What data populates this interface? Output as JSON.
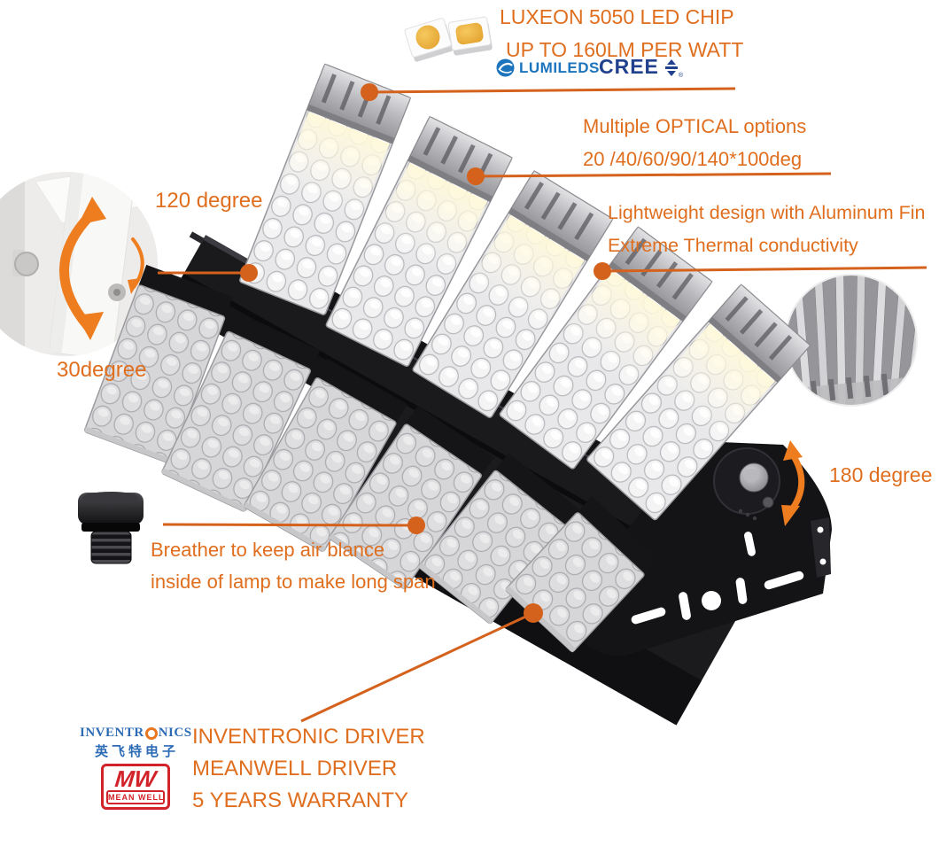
{
  "colors": {
    "accent_text": "#DF6E1E",
    "callout_line": "#D4621C",
    "arrow_orange": "#EE7D1F",
    "lumileds_blue": "#1C75BC",
    "cree_blue": "#21418F",
    "inventronics_blue": "#2D6CB5",
    "inventronics_orange": "#E87722",
    "meanwell_red": "#D2232A",
    "chip_yellow": "#EBAC38",
    "lamp_black": "#1A1A1D"
  },
  "chip_callout": {
    "line1": "LUXEON 5050 LED CHIP",
    "line2": "UP TO 160LM PER WATT"
  },
  "brands": {
    "lumileds": "LUMILEDS",
    "cree": "CREE",
    "cree_reg": "®"
  },
  "optical_callout": {
    "line1": "Multiple OPTICAL options",
    "line2": "20 /40/60/90/140*100deg"
  },
  "thermal_callout": {
    "line1": "Lightweight design with Aluminum Fin",
    "line2": "Extreme Thermal conductivity"
  },
  "angles": {
    "tilt": "120 degree",
    "lock": "30degree",
    "bracket": "180 degree"
  },
  "breather_callout": {
    "line1": "Breather to keep air blance",
    "line2": "inside of lamp to make long span"
  },
  "driver_callout": {
    "line1": "INVENTRONIC DRIVER",
    "line2": "MEANWELL DRIVER",
    "line3": "5 YEARS WARRANTY"
  },
  "logos": {
    "inventronics": {
      "part1": "INVENTR",
      "part2": "NICS",
      "chinese": "英飞特电子"
    },
    "meanwell": {
      "initials": "MW",
      "name": "MEAN WELL"
    }
  },
  "icons": {
    "lumileds_globe": "swirl-globe-icon",
    "cree_divide": "divide-triangles-icon",
    "inventronics_o": "orange-ring-icon",
    "callout_dot": "filled-circle",
    "rotation_arrow": "curved-double-arrow"
  }
}
